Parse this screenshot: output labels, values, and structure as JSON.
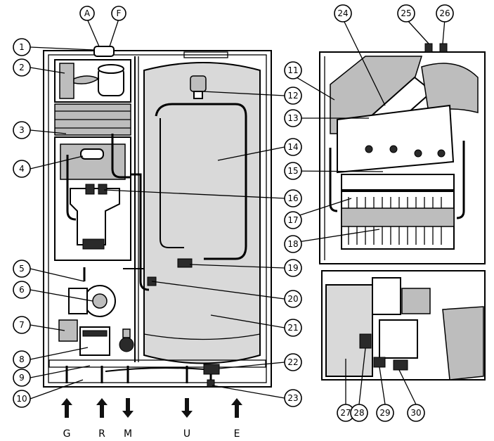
{
  "callouts": [
    {
      "id": "A",
      "label": "A"
    },
    {
      "id": "F",
      "label": "F"
    },
    {
      "id": "1",
      "label": "1"
    },
    {
      "id": "2",
      "label": "2"
    },
    {
      "id": "3",
      "label": "3"
    },
    {
      "id": "4",
      "label": "4"
    },
    {
      "id": "5",
      "label": "5"
    },
    {
      "id": "6",
      "label": "6"
    },
    {
      "id": "7",
      "label": "7"
    },
    {
      "id": "8",
      "label": "8"
    },
    {
      "id": "9",
      "label": "9"
    },
    {
      "id": "10",
      "label": "10"
    },
    {
      "id": "11",
      "label": "11"
    },
    {
      "id": "12",
      "label": "12"
    },
    {
      "id": "13",
      "label": "13"
    },
    {
      "id": "14",
      "label": "14"
    },
    {
      "id": "15",
      "label": "15"
    },
    {
      "id": "16",
      "label": "16"
    },
    {
      "id": "17",
      "label": "17"
    },
    {
      "id": "18",
      "label": "18"
    },
    {
      "id": "19",
      "label": "19"
    },
    {
      "id": "20",
      "label": "20"
    },
    {
      "id": "21",
      "label": "21"
    },
    {
      "id": "22",
      "label": "22"
    },
    {
      "id": "23",
      "label": "23"
    },
    {
      "id": "24",
      "label": "24"
    },
    {
      "id": "25",
      "label": "25"
    },
    {
      "id": "26",
      "label": "26"
    },
    {
      "id": "27",
      "label": "27"
    },
    {
      "id": "28",
      "label": "28"
    },
    {
      "id": "29",
      "label": "29"
    },
    {
      "id": "30",
      "label": "30"
    }
  ],
  "connections": [
    {
      "id": "G",
      "label": "G",
      "direction": "up"
    },
    {
      "id": "R",
      "label": "R",
      "direction": "up"
    },
    {
      "id": "M",
      "label": "M",
      "direction": "down"
    },
    {
      "id": "U",
      "label": "U",
      "direction": "down"
    },
    {
      "id": "E",
      "label": "E",
      "direction": "up"
    }
  ]
}
